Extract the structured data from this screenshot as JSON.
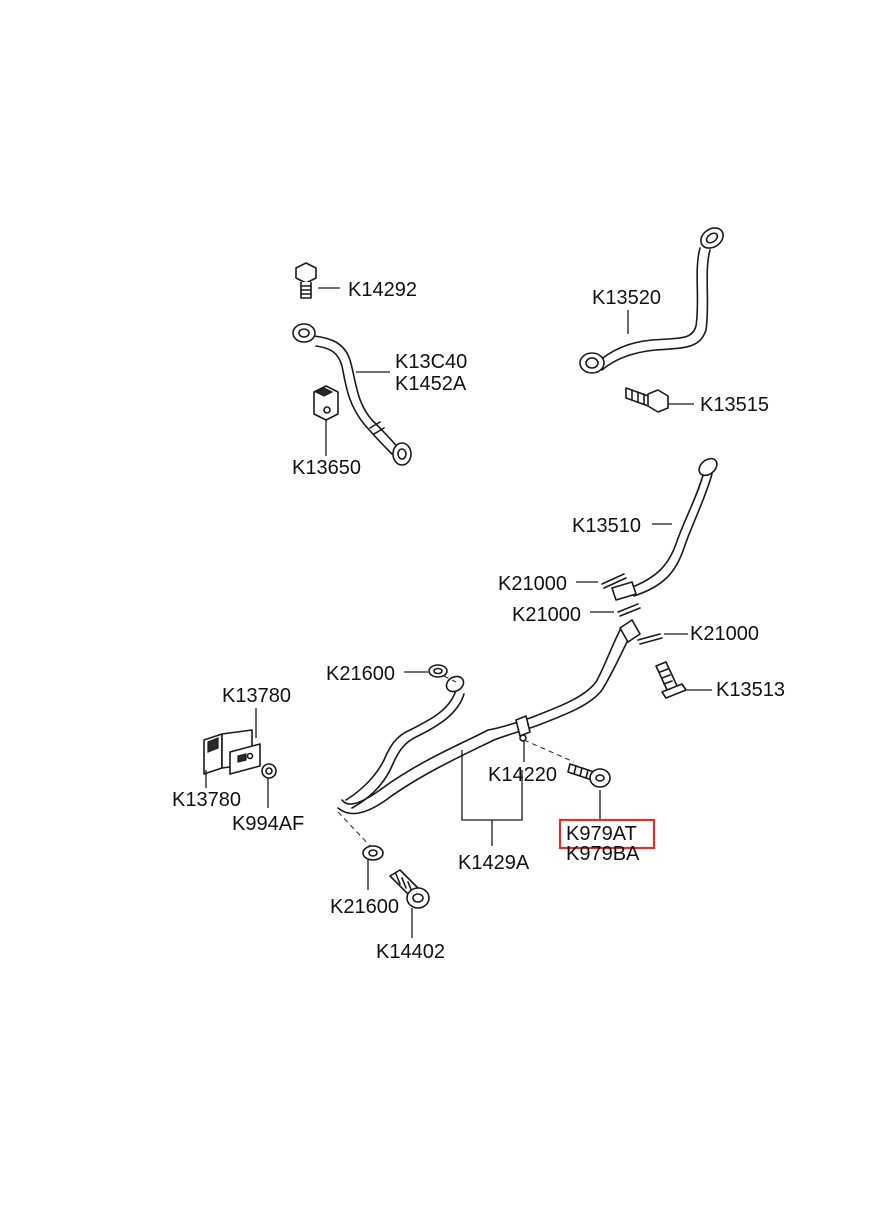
{
  "diagram": {
    "highlight_color": "#e0302c",
    "labels": {
      "k14292": "K14292",
      "k13c40": "K13C40",
      "k1452a": "K1452A",
      "k13650": "K13650",
      "k13520": "K13520",
      "k13515": "K13515",
      "k13510": "K13510",
      "k21000_a": "K21000",
      "k21000_b": "K21000",
      "k21000_c": "K21000",
      "k13513": "K13513",
      "k21600_top": "K21600",
      "k13780_top": "K13780",
      "k13780_bottom": "K13780",
      "k994af": "K994AF",
      "k14220": "K14220",
      "k979at": "K979AT",
      "k979ba": "K979BA",
      "k1429a": "K1429A",
      "k21600_bottom": "K21600",
      "k14402": "K14402"
    }
  }
}
